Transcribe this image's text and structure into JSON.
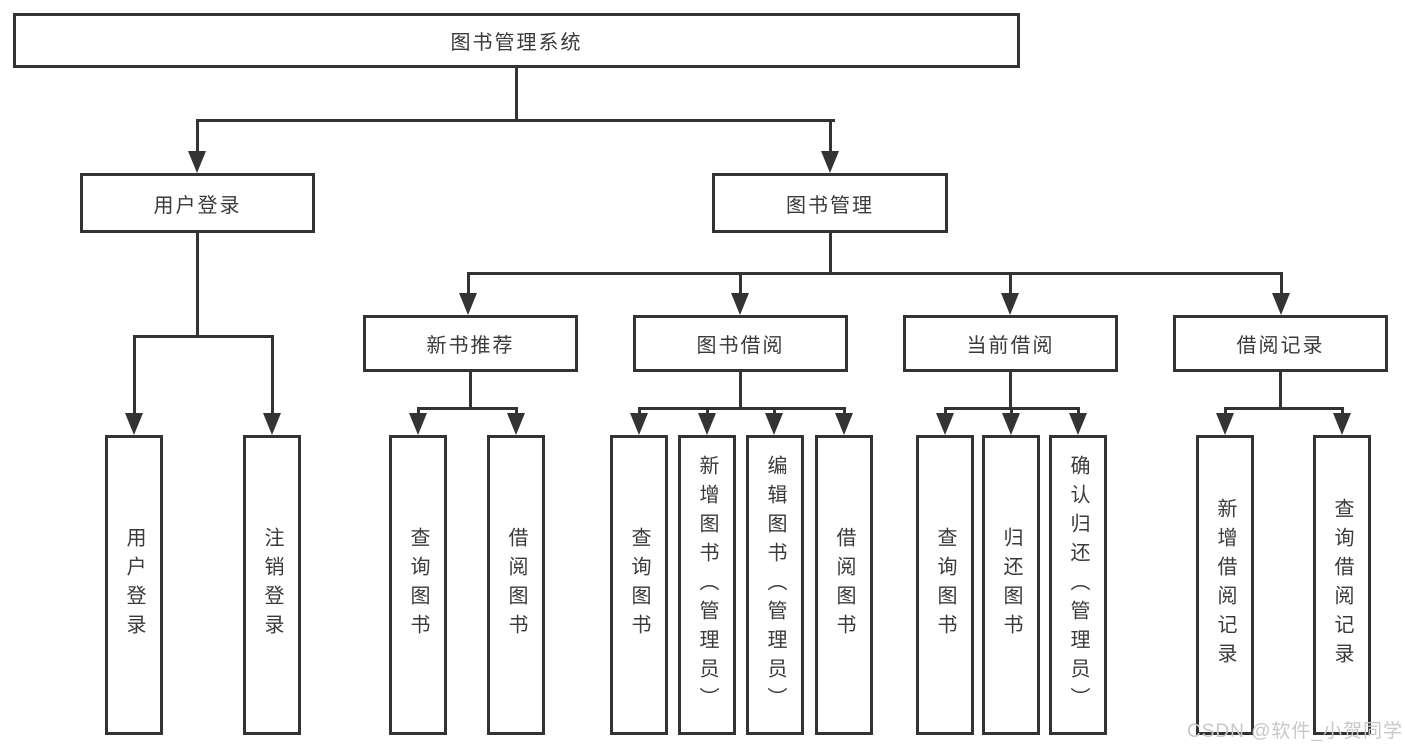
{
  "tree": {
    "root": {
      "label": "图书管理系统",
      "children": [
        {
          "label": "用户登录",
          "children": [
            {
              "label": "用户登录"
            },
            {
              "label": "注销登录"
            }
          ]
        },
        {
          "label": "图书管理",
          "children": [
            {
              "label": "新书推荐",
              "children": [
                {
                  "label": "查询图书"
                },
                {
                  "label": "借阅图书"
                }
              ]
            },
            {
              "label": "图书借阅",
              "children": [
                {
                  "label": "查询图书"
                },
                {
                  "label": "新增图书（管理员）"
                },
                {
                  "label": "编辑图书（管理员）"
                },
                {
                  "label": "借阅图书"
                }
              ]
            },
            {
              "label": "当前借阅",
              "children": [
                {
                  "label": "查询图书"
                },
                {
                  "label": "归还图书"
                },
                {
                  "label": "确认归还（管理员）"
                }
              ]
            },
            {
              "label": "借阅记录",
              "children": [
                {
                  "label": "新增借阅记录"
                },
                {
                  "label": "查询借阅记录"
                }
              ]
            }
          ]
        }
      ]
    }
  },
  "watermark": {
    "text": "CSDN @软件_小贺同学"
  },
  "colors": {
    "line": "#333333",
    "box_border": "#333333",
    "text": "#3a3a3a",
    "watermark": "#c8c8c8",
    "background": "#ffffff"
  }
}
